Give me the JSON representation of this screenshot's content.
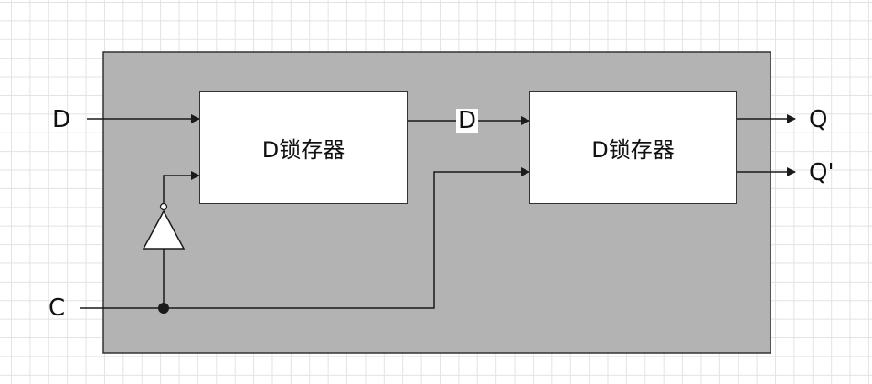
{
  "diagram": {
    "inputs": {
      "d": "D",
      "c": "C"
    },
    "outputs": {
      "q": "Q",
      "q_not": "Q'"
    },
    "latch1": {
      "label": "D锁存器"
    },
    "latch2": {
      "label": "D锁存器"
    },
    "internal_signal": "D",
    "colors": {
      "container_fill": "#b3b3b3",
      "line": "#1a1a1a",
      "box_fill": "#ffffff"
    }
  }
}
